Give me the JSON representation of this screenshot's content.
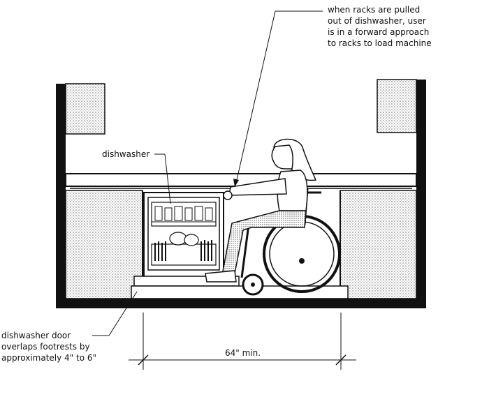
{
  "callouts": {
    "racks_note": {
      "lines": [
        "when racks are pulled",
        "out of dishwasher, user",
        "is in a forward approach",
        "to racks to load machine"
      ]
    },
    "dishwasher_label": "dishwasher",
    "door_note": {
      "lines": [
        "dishwasher door",
        "overlaps footrests by",
        "approximately 4\" to 6\""
      ]
    }
  },
  "dimension": {
    "label": "64\" min."
  },
  "colors": {
    "ink": "#111111",
    "stipple": "#9a9a9a",
    "paper": "#ffffff"
  }
}
